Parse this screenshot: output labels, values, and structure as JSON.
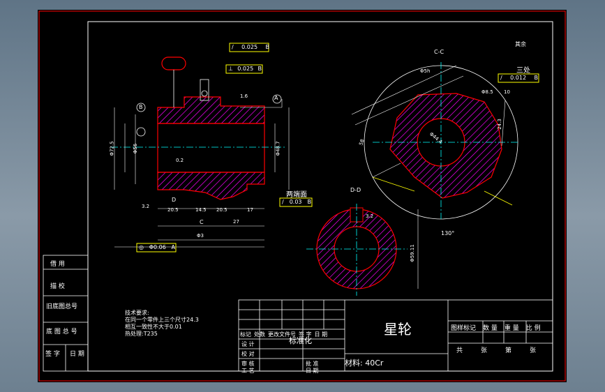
{
  "drawing": {
    "part_name": "星轮",
    "material": "材料: 40Cr",
    "standardization": "标准化",
    "tech_requirements": [
      "技术要求:",
      "在同一个零件上三个尺寸24.3",
      "相互一致性不大于0.01",
      "热处理:T235"
    ],
    "section_labels": [
      "C-C",
      "D-D",
      "C",
      "D",
      "A",
      "B"
    ],
    "callouts": [
      "三处",
      "两端面",
      "其余"
    ],
    "tolerance_frames": [
      {
        "symbol": "/",
        "value": "0.025",
        "datum": "B"
      },
      {
        "symbol": "⊥",
        "value": "0.025",
        "datum": "B"
      },
      {
        "symbol": "/",
        "value": "0.03",
        "datum": "B"
      },
      {
        "symbol": "◎",
        "value": "Φ0.06",
        "datum": "A"
      },
      {
        "symbol": "/",
        "value": "0.012",
        "datum": "B"
      }
    ],
    "dimensions": [
      "Φ72.5",
      "Φ56",
      "Φ48.7",
      "0.2",
      "1.6",
      "20.5",
      "14.5",
      "20.5",
      "17",
      "27",
      "Φ3",
      "24.3",
      "130°",
      "Φ5h",
      "Φ8.5",
      "10",
      "Φ44.4",
      "58",
      "3.2",
      "Φ59.11",
      "3.2"
    ],
    "title_block": {
      "left_labels": [
        "借 用",
        "描 校",
        "旧底图总号",
        "底 图 总 号",
        "签 字",
        "日 期"
      ],
      "row_labels": [
        "标记",
        "处数",
        "更改文件号",
        "签 字",
        "日 期"
      ],
      "sign_rows": [
        "设 计",
        "校 对",
        "审 核",
        "工 艺"
      ],
      "approve": [
        "批 准",
        "日 期"
      ],
      "right_header": [
        "图样标记",
        "数 量",
        "重 量",
        "比 例"
      ],
      "right_footer": [
        "共",
        "张",
        "第",
        "张"
      ]
    }
  },
  "colors": {
    "background": "#000000",
    "line": "#ffffff",
    "part_outline": "#ff0000",
    "hatch": "#ff00ff",
    "center_line": "#00ffff",
    "frame_box": "#ffff00",
    "outer_border": "#ff0000"
  }
}
